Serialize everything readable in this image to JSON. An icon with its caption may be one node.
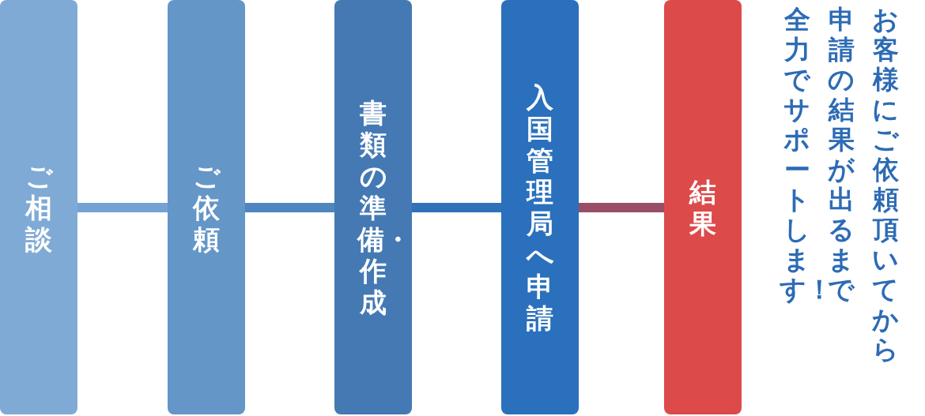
{
  "diagram": {
    "nodes": [
      {
        "text": [
          "ご相談"
        ]
      },
      {
        "text": [
          "ご依頼"
        ]
      },
      {
        "text": [
          "書類の準備・作成"
        ]
      },
      {
        "text": [
          "入国管理局へ申請"
        ]
      },
      {
        "text": [
          "結果"
        ]
      }
    ],
    "edges": [
      {
        "from": 0,
        "to": 1,
        "arrow": "none",
        "color": "#74a2d2"
      },
      {
        "from": 1,
        "to": 2,
        "arrow": "none",
        "color": "#4f86c0"
      },
      {
        "from": 2,
        "to": 3,
        "arrow": "none",
        "color": "#3072b9"
      },
      {
        "from": 3,
        "to": 4,
        "arrow": "none",
        "color": "#9a4d68"
      }
    ],
    "labels": [
      "お客様にご依頼頂いてから",
      "申請の結果が出るまで",
      "全力でサポートします！"
    ]
  }
}
